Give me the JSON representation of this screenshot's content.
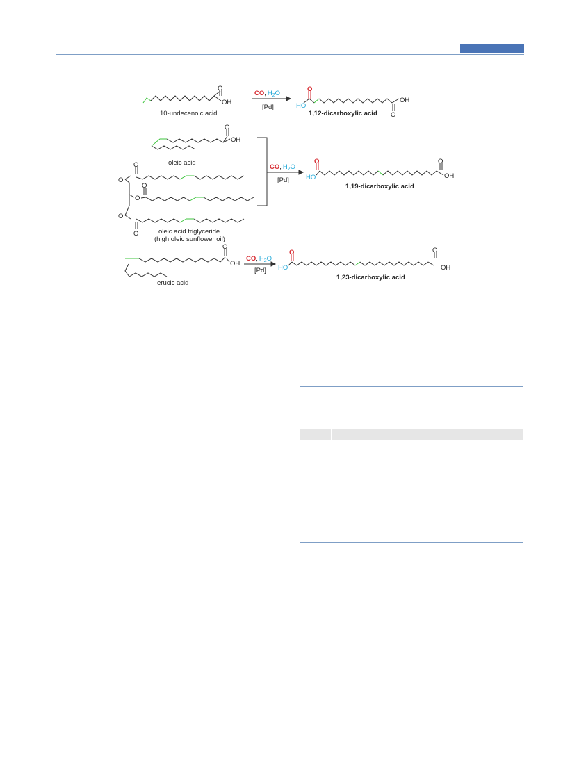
{
  "scheme": {
    "reagent_co": "CO",
    "reagent_comma": ",",
    "reagent_h2o_h": "H",
    "reagent_h2o_sub": "2",
    "reagent_h2o_o": "O",
    "catalyst": "[Pd]",
    "oh": "OH",
    "ho": "HO",
    "o": "O",
    "reactions": [
      {
        "substrate": "10-undecenoic acid",
        "product": "1,12-dicarboxylic acid"
      },
      {
        "substrate": "oleic acid",
        "substrate2_line1": "oleic acid triglyceride",
        "substrate2_line2": "(high oleic sunflower oil)",
        "product": "1,19-dicarboxylic acid"
      },
      {
        "substrate": "erucic acid",
        "product": "1,23-dicarboxylic acid"
      }
    ]
  },
  "colors": {
    "rule": "#7f9fc6",
    "accent": "#4a74b6",
    "alkene": "#3cc43c",
    "carbonyl": "#d6262d",
    "water": "#22a9d8",
    "table_header": "#e6e6e6"
  }
}
